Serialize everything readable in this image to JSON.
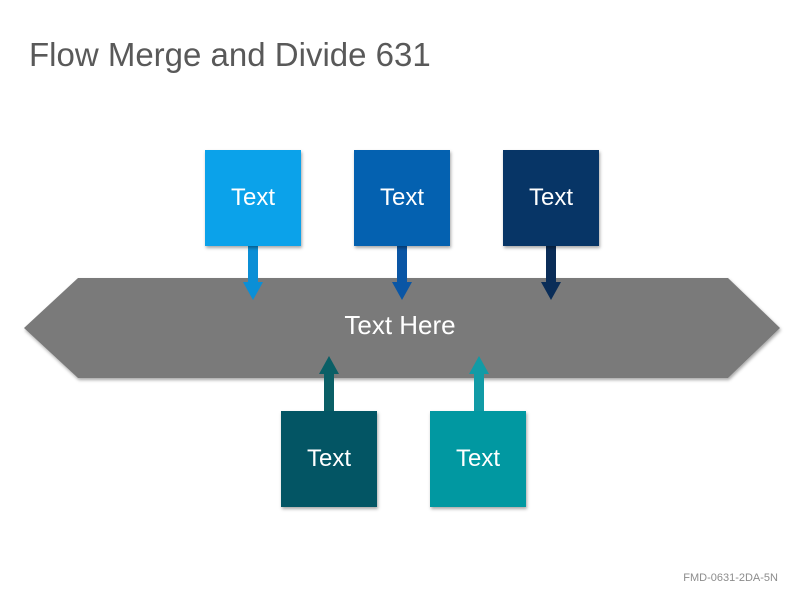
{
  "title": "Flow Merge and Divide 631",
  "footer_code": "FMD-0631-2DA-5N",
  "main_band": {
    "label": "Text Here",
    "color": "#7a7a7a"
  },
  "top_boxes": [
    {
      "label": "Text",
      "color": "#0ba2ea",
      "arrow_color": "#0b8fd6"
    },
    {
      "label": "Text",
      "color": "#0461b0",
      "arrow_color": "#0a56a5"
    },
    {
      "label": "Text",
      "color": "#073566",
      "arrow_color": "#0a2d58"
    }
  ],
  "bottom_boxes": [
    {
      "label": "Text",
      "color": "#035564",
      "arrow_color": "#0a5f66"
    },
    {
      "label": "Text",
      "color": "#0198a1",
      "arrow_color": "#119ba6"
    }
  ]
}
